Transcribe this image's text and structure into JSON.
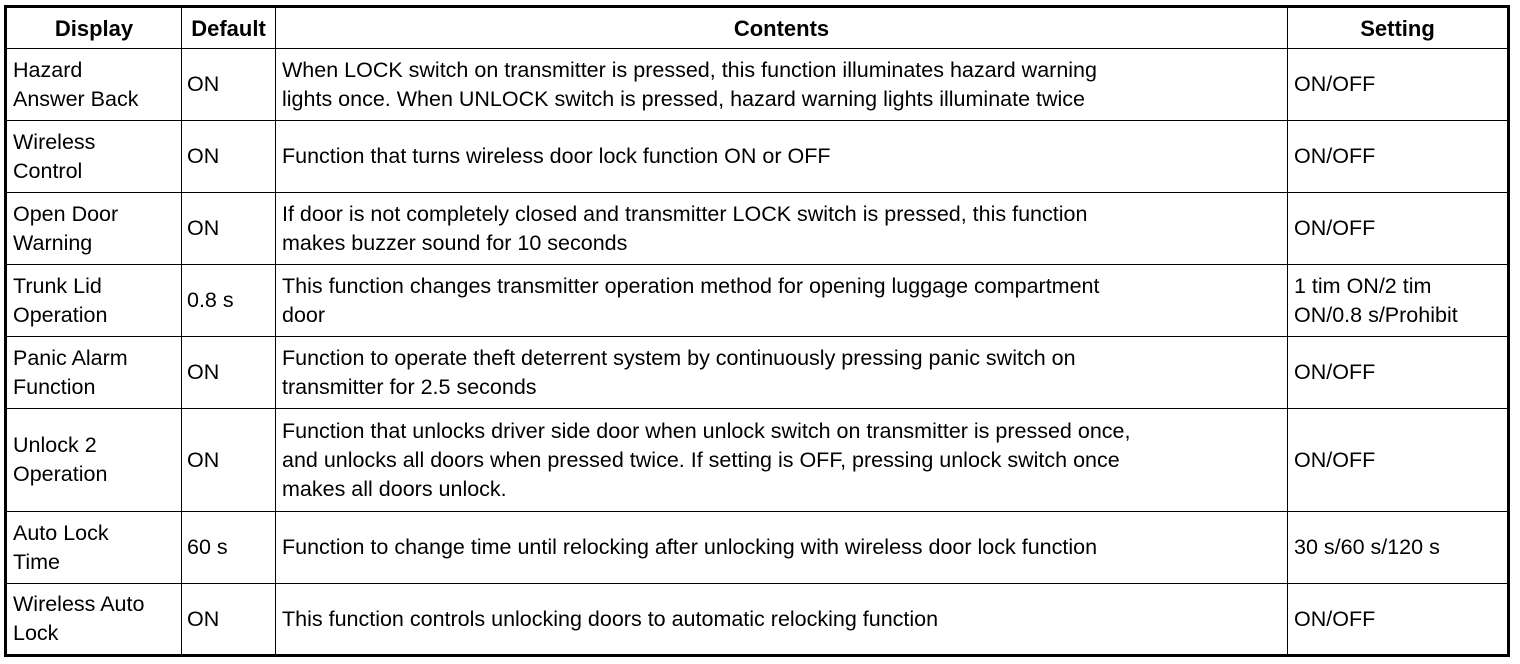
{
  "table": {
    "headers": [
      "Display",
      "Default",
      "Contents",
      "Setting"
    ],
    "rows": [
      {
        "display": "Hazard\nAnswer Back",
        "default": "ON",
        "contents": "When LOCK switch on transmitter is pressed, this function illuminates hazard warning\nlights once. When UNLOCK switch is pressed, hazard warning lights illuminate twice",
        "setting": "ON/OFF"
      },
      {
        "display": "Wireless\nControl",
        "default": "ON",
        "contents": "Function that turns wireless door lock function ON or OFF",
        "setting": "ON/OFF"
      },
      {
        "display": "Open Door\nWarning",
        "default": "ON",
        "contents": "If door is not completely closed and transmitter LOCK switch is pressed, this function\nmakes buzzer sound for 10 seconds",
        "setting": "ON/OFF"
      },
      {
        "display": "Trunk Lid\nOperation",
        "default": "0.8 s",
        "contents": "This function changes transmitter operation method for opening luggage compartment\ndoor",
        "setting": "1 tim ON/2 tim\nON/0.8 s/Prohibit"
      },
      {
        "display": "Panic Alarm\nFunction",
        "default": "ON",
        "contents": "Function to operate theft deterrent system by continuously pressing panic switch on\ntransmitter for 2.5 seconds",
        "setting": "ON/OFF"
      },
      {
        "display": "Unlock 2\nOperation",
        "default": "ON",
        "contents": "Function that unlocks driver side door when unlock switch on transmitter is pressed once,\nand unlocks all doors when pressed twice. If setting is OFF, pressing unlock switch once\nmakes all doors unlock.",
        "setting": "ON/OFF"
      },
      {
        "display": "Auto Lock\nTime",
        "default": "60 s",
        "contents": "Function to change time until relocking after unlocking with wireless door lock function",
        "setting": "30 s/60 s/120 s"
      },
      {
        "display": "Wireless Auto\nLock",
        "default": "ON",
        "contents": "This function controls unlocking doors to automatic relocking function",
        "setting": "ON/OFF"
      }
    ]
  }
}
